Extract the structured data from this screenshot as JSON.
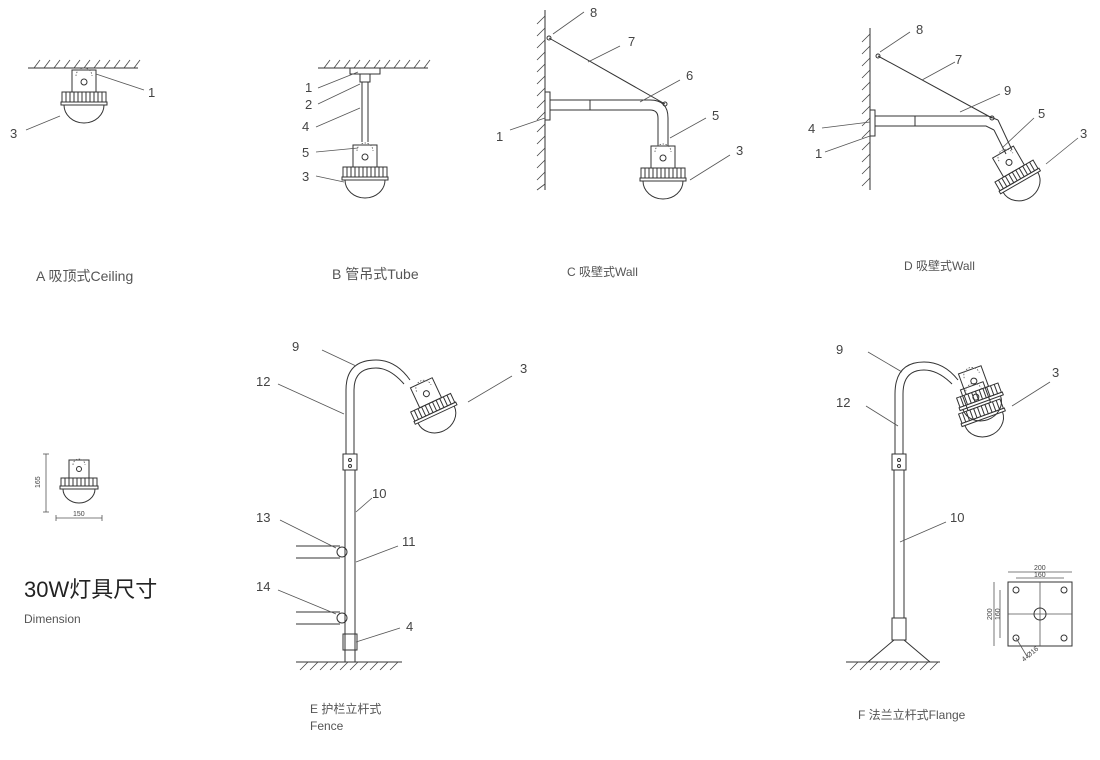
{
  "captions": {
    "a": "A  吸顶式Ceiling",
    "b": "B  管吊式Tube",
    "c": "C  吸壁式Wall",
    "d": "D  吸壁式Wall",
    "e_main": "E  护栏立杆式",
    "e_sub": "Fence",
    "f": "F  法兰立杆式Flange"
  },
  "dimension": {
    "title": "30W灯具尺寸",
    "subtitle": "Dimension",
    "height": "165",
    "width": "150"
  },
  "flange_dims": {
    "outer": "200",
    "inner": "160",
    "side_outer": "200",
    "side_inner": "160",
    "hole": "4-Ø16"
  },
  "part_numbers": {
    "a": [
      "1",
      "3"
    ],
    "b": [
      "1",
      "2",
      "4",
      "5",
      "3"
    ],
    "c": [
      "8",
      "7",
      "6",
      "1",
      "5",
      "3"
    ],
    "d": [
      "8",
      "7",
      "9",
      "4",
      "1",
      "5",
      "3"
    ],
    "e": [
      "9",
      "12",
      "3",
      "10",
      "13",
      "11",
      "14",
      "4"
    ],
    "f": [
      "9",
      "12",
      "3",
      "10"
    ]
  }
}
